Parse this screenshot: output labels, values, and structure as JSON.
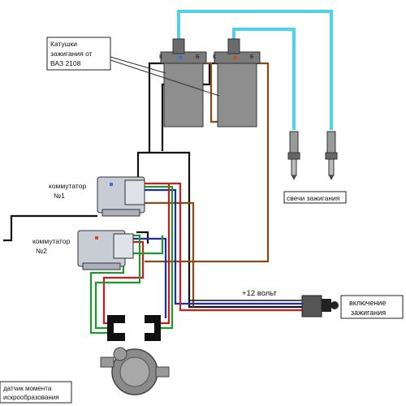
{
  "labels": {
    "coils_line1": "Катушки",
    "coils_line2": "зажигания от",
    "coils_line3": "ВАЗ 2108",
    "coil_k": "К",
    "coil_b": "Б",
    "spark_plugs": "свечи зажигания",
    "comm1_line1": "коммутатор",
    "comm1_line2": "№1",
    "comm2_line1": "коммутатор",
    "comm2_line2": "№2",
    "voltage": "+12 вольт",
    "ignition_line1": "включение",
    "ignition_line2": "зажигания",
    "sensor_line1": "датчик момента",
    "sensor_line2": "искрообразования"
  },
  "colors": {
    "hv_wire": "#4fd3e6",
    "wire_black": "#111111",
    "wire_brown": "#8a4a12",
    "wire_blue": "#1c2bb0",
    "wire_red": "#d21a1a",
    "wire_green": "#1a9a2a",
    "coil_body": "#8e8e8e",
    "module_body": "#c8ccd4"
  }
}
